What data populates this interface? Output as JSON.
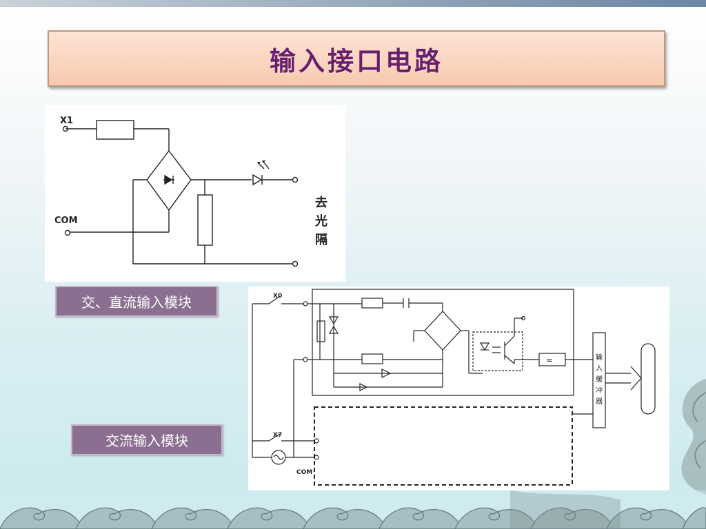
{
  "slide": {
    "title": "输入接口电路",
    "label_dc_ac": "交、直流输入模块",
    "label_ac": "交流输入模块"
  },
  "diagram1": {
    "x1": "X1",
    "com": "COM",
    "isolation_text": [
      "去",
      "光",
      "隔"
    ]
  },
  "diagram2": {
    "x0": "X0",
    "x7": "X7",
    "com": "COM",
    "filter": "≈",
    "buffer_text": [
      "输",
      "入",
      "缓",
      "冲",
      "器"
    ]
  }
}
